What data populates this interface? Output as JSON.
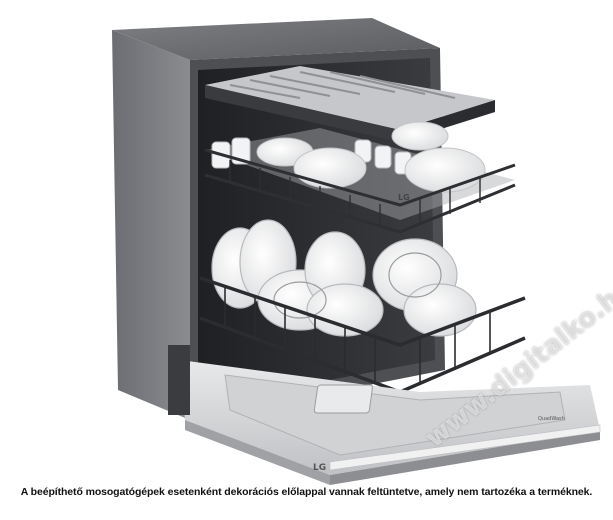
{
  "caption": "A beépíthető mosogatógépek esetenként dekorációs előlappal vannak feltüntetve, amely nem tartozéka a terméknek.",
  "brand": "LG",
  "badge": "QuadWash",
  "watermark": "www.digitalko.hu",
  "colors": {
    "cabinet": "#5c5e62",
    "cabinet_side": "#6e7074",
    "interior": "#2a2b2e",
    "rack": "#2e2f33",
    "steel": "#cfd1d4",
    "door": "#d9dadc"
  }
}
